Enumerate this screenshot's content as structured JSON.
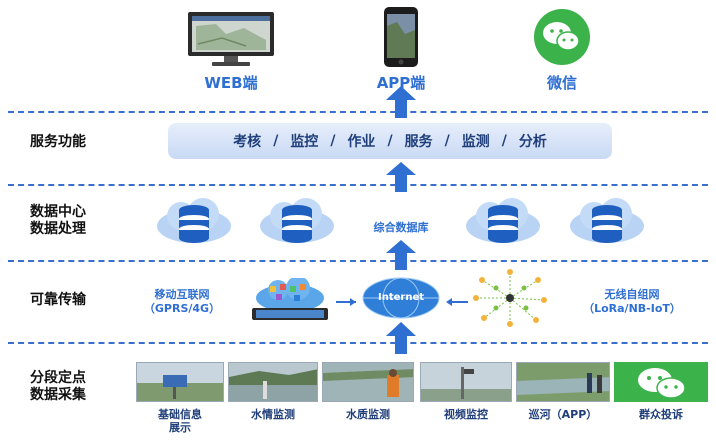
{
  "clients": [
    {
      "label": "WEB端",
      "icon": "desktop-monitor-icon"
    },
    {
      "label": "APP端",
      "icon": "smartphone-icon"
    },
    {
      "label": "微信",
      "icon": "wechat-icon"
    }
  ],
  "rows": {
    "service": "服务功能",
    "data_center_line1": "数据中心",
    "data_center_line2": "数据处理",
    "transfer": "可靠传输",
    "collect_line1": "分段定点",
    "collect_line2": "数据采集"
  },
  "services": [
    "考核",
    "监控",
    "作业",
    "服务",
    "监测",
    "分析"
  ],
  "service_separator": "/",
  "database_label": "综合数据库",
  "network": {
    "mobile_line1": "移动互联网",
    "mobile_line2": "（GPRS/4G）",
    "internet": "Internet",
    "wireless_line1": "无线自组网",
    "wireless_line2": "（LoRa/NB-IoT）"
  },
  "collect_items": [
    {
      "label_line1": "基础信息",
      "label_line2": "展示"
    },
    {
      "label_line1": "水情监测",
      "label_line2": ""
    },
    {
      "label_line1": "水质监测",
      "label_line2": ""
    },
    {
      "label_line1": "视频监控",
      "label_line2": ""
    },
    {
      "label_line1": "巡河（APP）",
      "label_line2": ""
    },
    {
      "label_line1": "群众投诉",
      "label_line2": ""
    }
  ],
  "colors": {
    "accent_blue": "#2f6fd2",
    "dash_blue": "#3a6fd0",
    "wechat_green": "#3cb34a"
  }
}
